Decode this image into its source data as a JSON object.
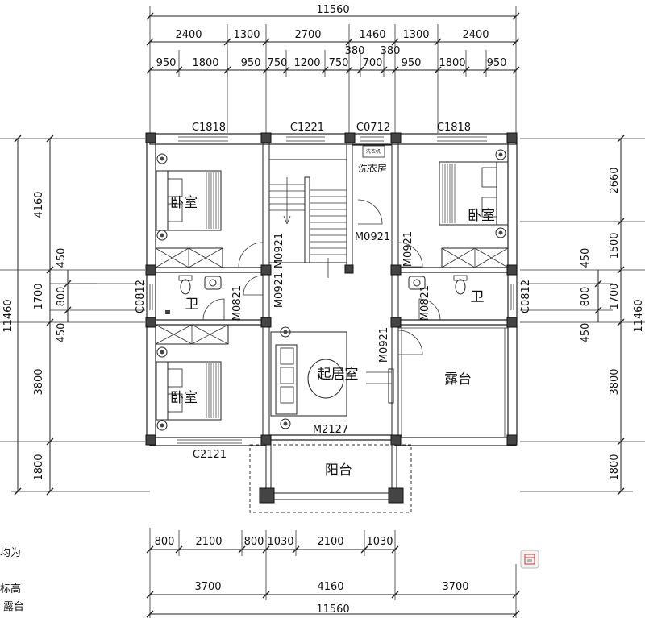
{
  "dimensions": {
    "top_total": "11560",
    "top_row1": [
      "2400",
      "1300",
      "2700",
      "1460",
      "1300",
      "2400"
    ],
    "top_row2": [
      "950",
      "1800",
      "950",
      "750",
      "1200",
      "750",
      "700",
      "950",
      "1800",
      "950"
    ],
    "top_row2_small": [
      "380",
      "380"
    ],
    "bottom_row1": [
      "800",
      "2100",
      "800",
      "1030",
      "2100",
      "1030"
    ],
    "bottom_row2": [
      "3700",
      "4160",
      "3700"
    ],
    "bottom_total": "11560",
    "left_row": [
      "4160",
      "450",
      "1700",
      "800",
      "450",
      "3800",
      "1800"
    ],
    "left_total": "11460",
    "right_row": [
      "2660",
      "1500",
      "450",
      "1700",
      "800",
      "450",
      "3800",
      "1800"
    ],
    "right_total": "11460"
  },
  "windows": {
    "c1818_left": "C1818",
    "c1221": "C1221",
    "c0712": "C0712",
    "c1818_right": "C1818",
    "c0812_left": "C0812",
    "c0812_right": "C0812",
    "c2121": "C2121"
  },
  "doors": {
    "m0921_a": "M0921",
    "m0921_b": "M0921",
    "m0921_c": "M0921",
    "m0921_d": "M0921",
    "m0921_e": "M0921",
    "m0821_left": "M0821",
    "m0821_right": "M0821",
    "m2127": "M2127"
  },
  "rooms": {
    "bedroom_top_left": "卧室",
    "bedroom_top_right": "卧室",
    "bedroom_bottom_left": "卧室",
    "bath_left": "卫",
    "bath_right": "卫",
    "laundry": "洗衣房",
    "washer": "洗衣机",
    "living": "起居室",
    "terrace": "露台",
    "balcony": "阳台"
  },
  "notes": {
    "note_1": "均为",
    "note_2": "标高",
    "note_3": "露台"
  },
  "icons": {
    "corner_tool": "toolbox-icon"
  }
}
